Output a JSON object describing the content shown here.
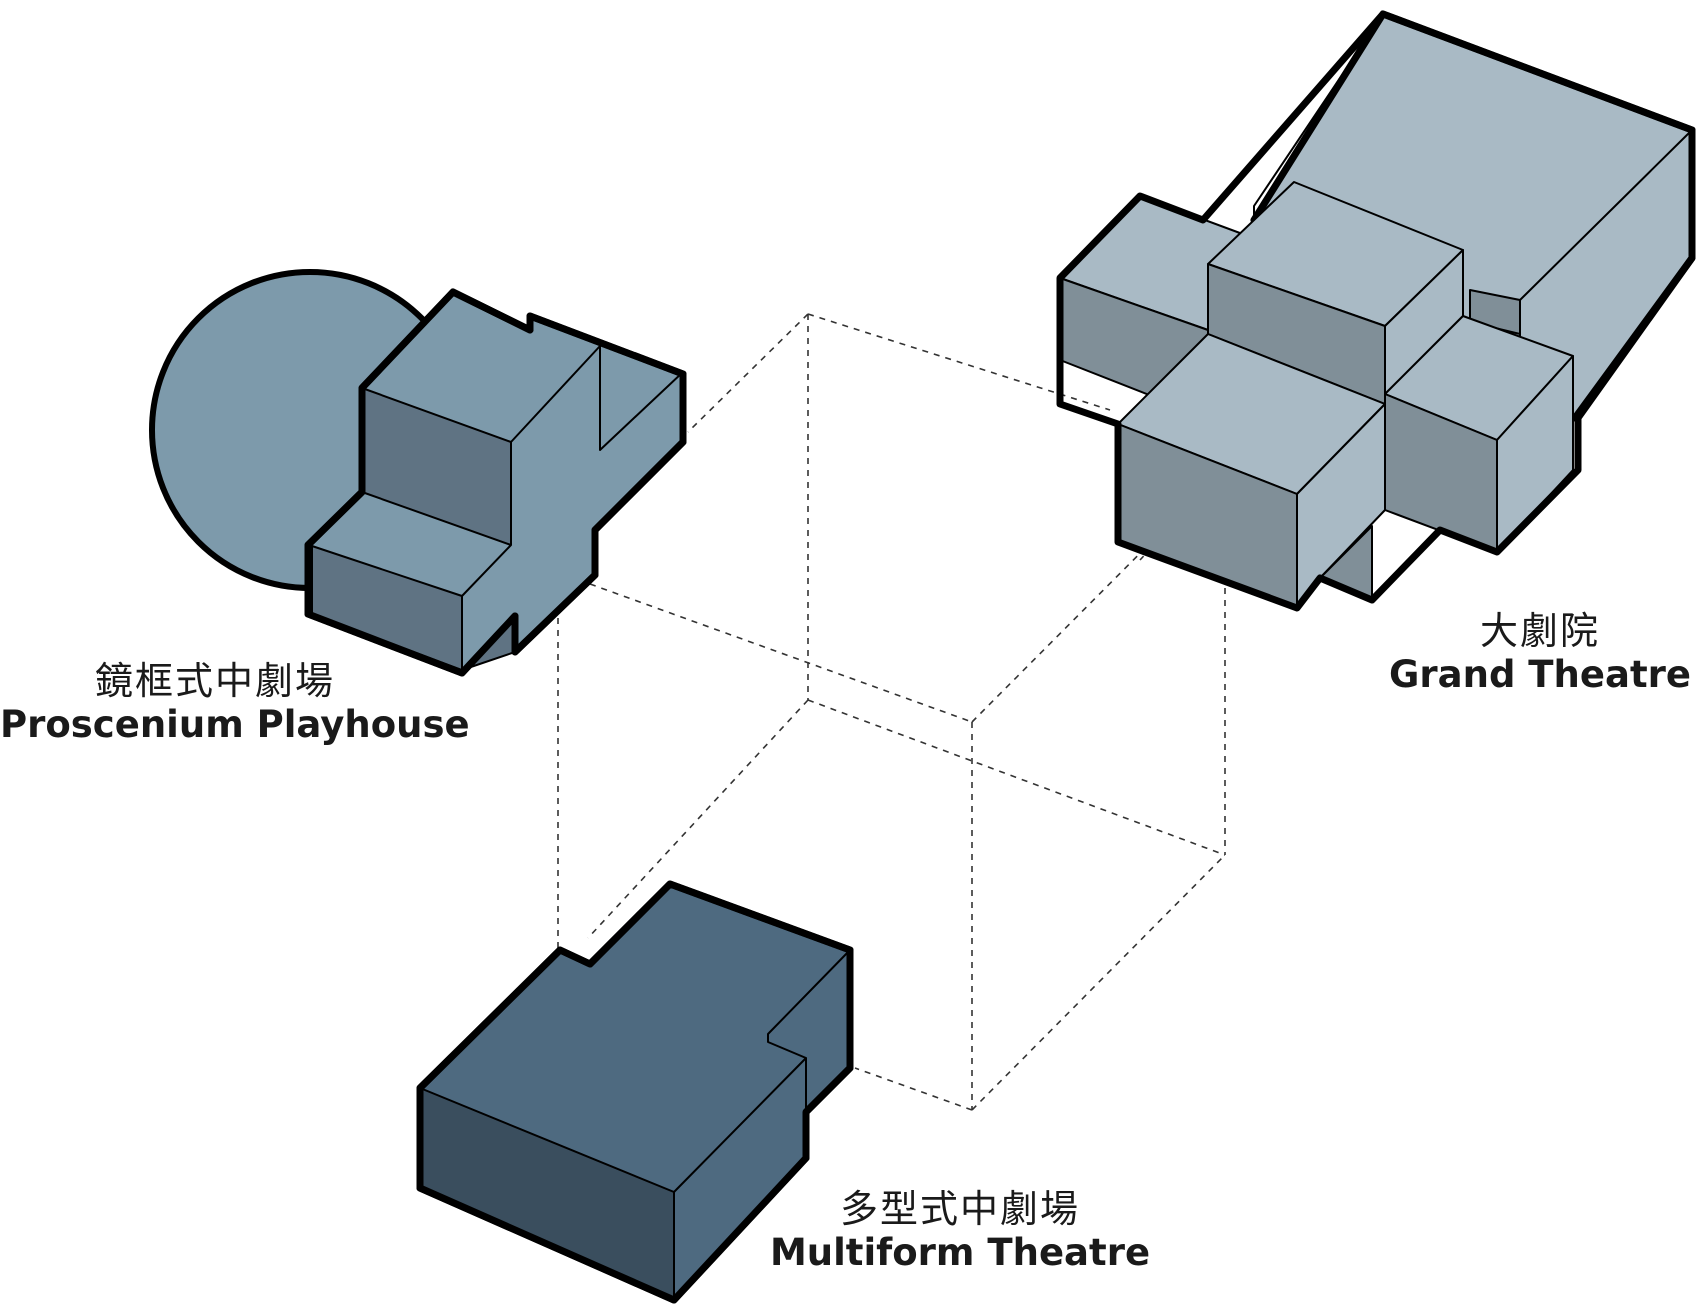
{
  "venues": {
    "proscenium": {
      "zh": "鏡框式中劇場",
      "en": "Proscenium Playhouse"
    },
    "grand": {
      "zh": "大劇院",
      "en": "Grand Theatre"
    },
    "multiform": {
      "zh": "多型式中劇場",
      "en": "Multiform Theatre"
    }
  },
  "colors": {
    "proscenium_top": "#7d9aab",
    "proscenium_side": "#5f7383",
    "grand_top": "#a9bac5",
    "grand_side": "#808f98",
    "multiform_top": "#4e6a80",
    "multiform_side": "#3a4e5e",
    "outline": "#000000",
    "dashed_frame": "#333333"
  }
}
